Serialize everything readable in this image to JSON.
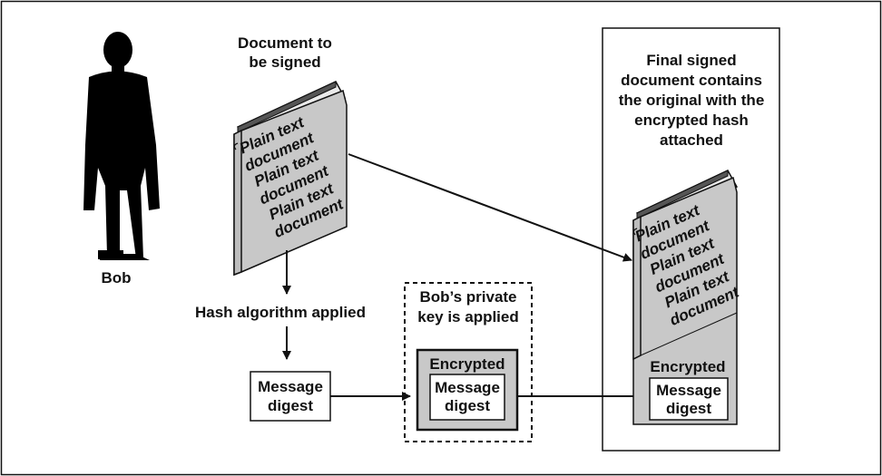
{
  "person": {
    "name": "Bob"
  },
  "document": {
    "caption": [
      "Document to",
      "be signed"
    ],
    "book_lines": [
      "Plain text",
      "document",
      "Plain text",
      "document",
      "Plain text",
      "document"
    ]
  },
  "steps": {
    "hash": "Hash algorithm applied",
    "digest": [
      "Message",
      "digest"
    ],
    "private_key": [
      "Bob’s private",
      "key is applied"
    ],
    "encrypted": "Encrypted"
  },
  "final": {
    "caption": [
      "Final signed",
      "document contains",
      "the original with the",
      "encrypted hash",
      "attached"
    ],
    "book_lines": [
      "Plain text",
      "document",
      "Plain text",
      "document",
      "Plain text",
      "document"
    ],
    "encrypted": "Encrypted",
    "digest": [
      "Message",
      "digest"
    ]
  },
  "colors": {
    "book_fill": "#c8c8c8",
    "box_fill": "#c8c8c8",
    "stroke": "#111111",
    "figure": "#000000"
  }
}
